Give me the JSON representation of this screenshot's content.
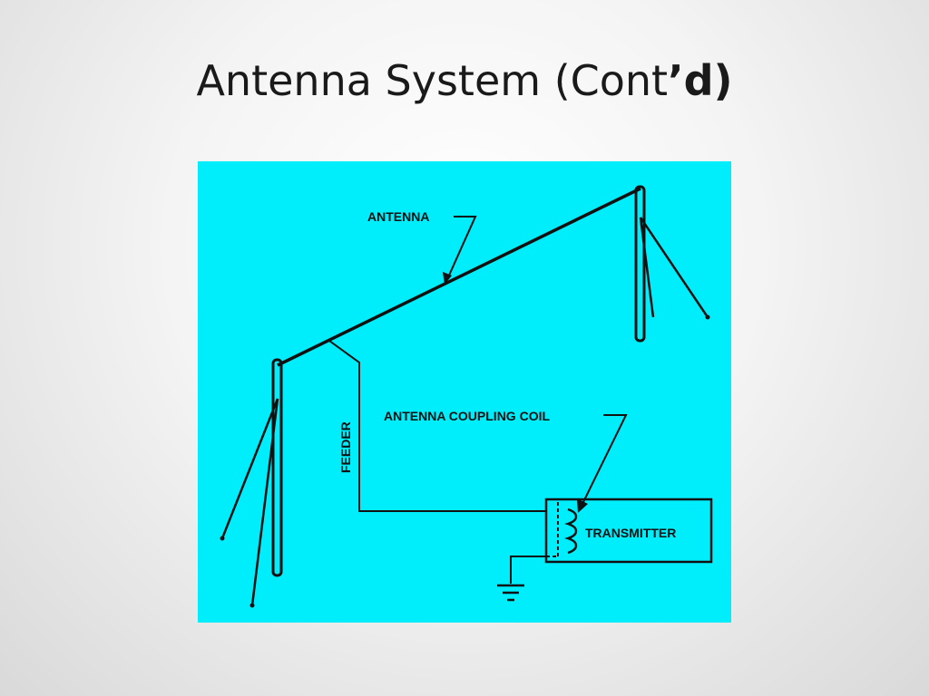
{
  "slide": {
    "title_main": "Antenna System (Cont",
    "title_bold": "’d)"
  },
  "diagram": {
    "labels": {
      "antenna": "ANTENNA",
      "coupling_coil": "ANTENNA COUPLING COIL",
      "feeder": "FEEDER",
      "transmitter": "TRANSMITTER"
    },
    "background_color": "#00eefc",
    "ink_color": "#111111"
  }
}
